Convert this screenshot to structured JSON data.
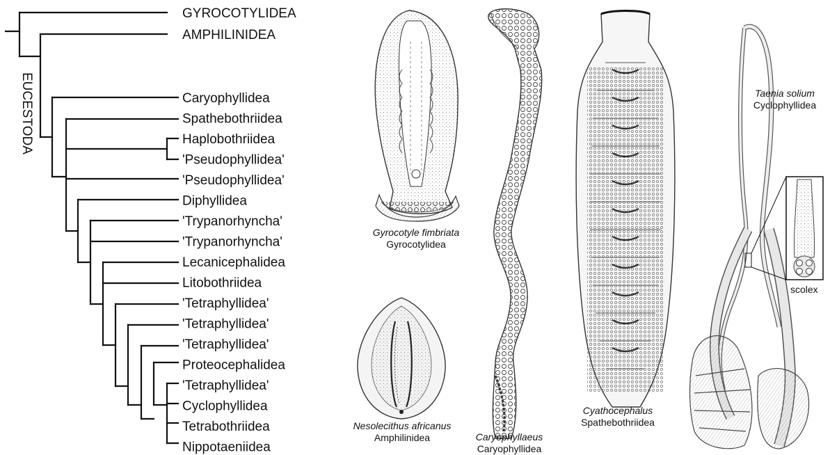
{
  "tree": {
    "top_taxa": [
      "GYROCOTYLIDEA",
      "AMPHILINIDEA"
    ],
    "clade_label": "EUCESTODA",
    "eucestoda_taxa": [
      "Caryophyllidea",
      "Spathebothriidea",
      "Haplobothriidea",
      "'Pseudophyllidea'",
      "'Pseudophyllidea'",
      "Diphyllidea",
      "'Trypanorhyncha'",
      "'Trypanorhyncha'",
      "Lecanicephalidea",
      "Litobothriidea",
      "'Tetraphyllidea'",
      "'Tetraphyllidea'",
      "'Tetraphyllidea'",
      "Proteocephalidea",
      "'Tetraphyllidea'",
      "Cyclophyllidea",
      "Tetrabothriidea",
      "Nippotaeniidea"
    ]
  },
  "specimens": [
    {
      "species": "Gyrocotyle fimbriata",
      "order": "Gyrocotylidea",
      "icon": "gyrocotyle-illustration"
    },
    {
      "species": "Nesolecithus africanus",
      "order": "Amphilinidea",
      "icon": "nesolecithus-illustration"
    },
    {
      "species": "Caryophyllaeus",
      "order": "Caryophyllidea",
      "icon": "caryophyllaeus-illustration"
    },
    {
      "species": "Cyathocephalus",
      "order": "Spathebothriidea",
      "icon": "cyathocephalus-illustration"
    },
    {
      "species": "Taenia solium",
      "order": "Cyclophyllidea",
      "icon": "taenia-illustration"
    }
  ],
  "inset_label": "scolex"
}
